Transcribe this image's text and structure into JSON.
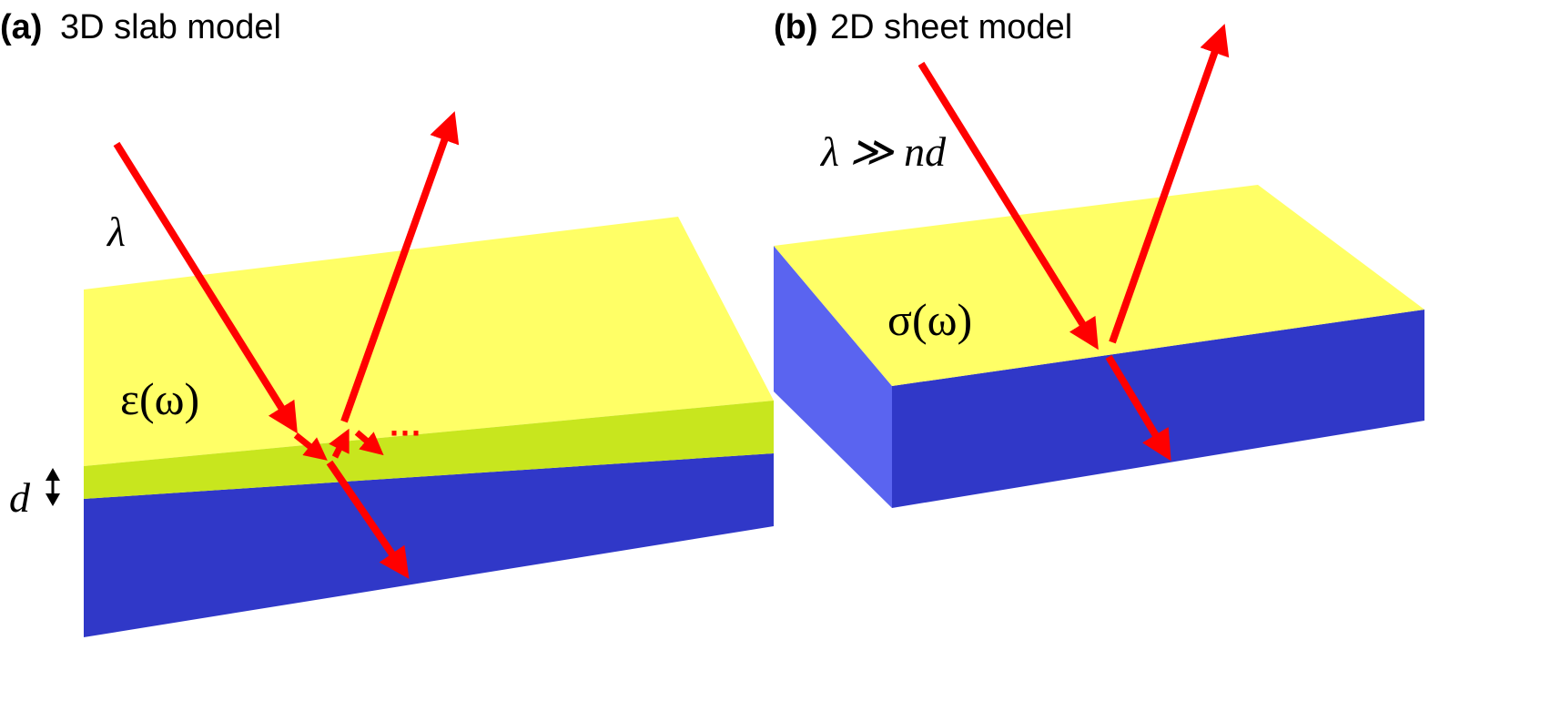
{
  "colors": {
    "top_face": "#ffff66",
    "layer": "#c8e61e",
    "front_face": "#3038c8",
    "side_face": "#5a64f0",
    "arrow": "#ff0000",
    "text": "#000000"
  },
  "panels": [
    {
      "label": "(a)",
      "title": "3D slab model",
      "wavelength_label": "λ",
      "material_label": "ε(ω)",
      "thickness_label": "d",
      "ellipsis": "···"
    },
    {
      "label": "(b)",
      "title": "2D sheet model",
      "wavelength_label": "λ ≫ nd",
      "material_label": "σ(ω)"
    }
  ],
  "icons": [
    "double-arrow-icon"
  ]
}
